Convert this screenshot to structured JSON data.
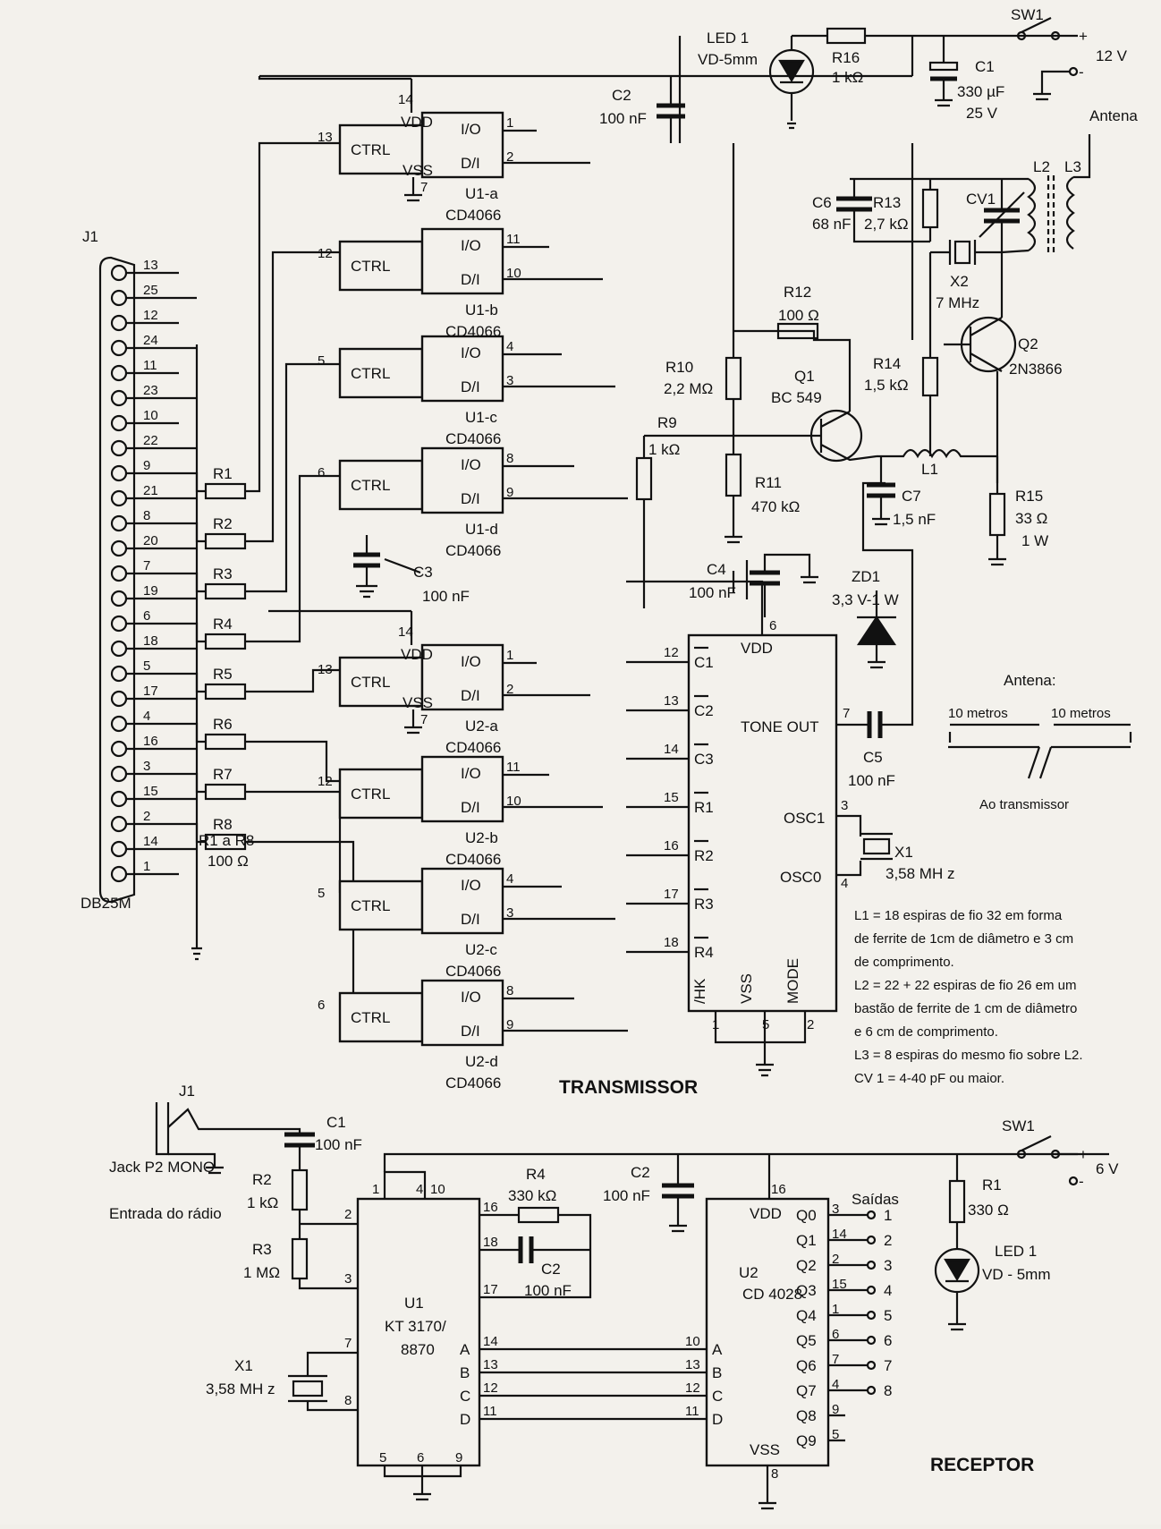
{
  "transmitter": {
    "title": "TRANSMISSOR",
    "connector": {
      "ref": "J1",
      "type": "DB25M",
      "pins_left": [
        "13",
        "12",
        "11",
        "10",
        "9",
        "8",
        "7",
        "6",
        "5",
        "4",
        "3",
        "2",
        "1"
      ],
      "pins_right": [
        "25",
        "24",
        "23",
        "22",
        "21",
        "20",
        "19",
        "18",
        "17",
        "16",
        "15",
        "14"
      ]
    },
    "resistors_bank": [
      {
        "ref": "R1"
      },
      {
        "ref": "R2"
      },
      {
        "ref": "R3"
      },
      {
        "ref": "R4"
      },
      {
        "ref": "R5"
      },
      {
        "ref": "R6"
      },
      {
        "ref": "R7"
      },
      {
        "ref": "R8"
      }
    ],
    "resistors_note": {
      "line1": "R1 a R8",
      "line2": "100 Ω"
    },
    "switches": [
      {
        "ref": "U1-a",
        "part": "CD4066",
        "ctrl_pin": "13",
        "io_pin": "1",
        "di_pin": "2",
        "vdd_pin": "14",
        "vss_pin": "7"
      },
      {
        "ref": "U1-b",
        "part": "CD4066",
        "ctrl_pin": "12",
        "io_pin": "11",
        "di_pin": "10"
      },
      {
        "ref": "U1-c",
        "part": "CD4066",
        "ctrl_pin": "5",
        "io_pin": "4",
        "di_pin": "3"
      },
      {
        "ref": "U1-d",
        "part": "CD4066",
        "ctrl_pin": "6",
        "io_pin": "8",
        "di_pin": "9"
      },
      {
        "ref": "U2-a",
        "part": "CD4066",
        "ctrl_pin": "13",
        "io_pin": "1",
        "di_pin": "2",
        "vdd_pin": "14",
        "vss_pin": "7"
      },
      {
        "ref": "U2-b",
        "part": "CD4066",
        "ctrl_pin": "12",
        "io_pin": "11",
        "di_pin": "10"
      },
      {
        "ref": "U2-c",
        "part": "CD4066",
        "ctrl_pin": "5",
        "io_pin": "4",
        "di_pin": "3"
      },
      {
        "ref": "U2-d",
        "part": "CD4066",
        "ctrl_pin": "6",
        "io_pin": "8",
        "di_pin": "9"
      }
    ],
    "switch_labels": {
      "ctrl": "CTRL",
      "io": "I/O",
      "di": "D/I",
      "vdd": "VDD",
      "vss": "VSS"
    },
    "c3": {
      "ref": "C3",
      "value": "100 nF"
    },
    "c2": {
      "ref": "C2",
      "value": "100 nF"
    },
    "led": {
      "ref": "LED 1",
      "value": "VD-5mm"
    },
    "r16": {
      "ref": "R16",
      "value": "1 kΩ"
    },
    "sw": {
      "ref": "SW1"
    },
    "supply": {
      "value": "12 V",
      "plus": "+",
      "minus": "-"
    },
    "c1": {
      "ref": "C1",
      "value1": "330 µF",
      "value2": "25 V"
    },
    "antenna": "Antena",
    "coils": {
      "l2": "L2",
      "l3": "L3",
      "l1": "L1"
    },
    "c6": {
      "ref": "C6",
      "value": "68 nF"
    },
    "r13": {
      "ref": "R13",
      "value": "2,7 kΩ"
    },
    "cv1": {
      "ref": "CV1"
    },
    "x2": {
      "ref": "X2",
      "value": "7 MHz"
    },
    "r12": {
      "ref": "R12",
      "value": "100 Ω"
    },
    "q2": {
      "ref": "Q2",
      "value": "2N3866"
    },
    "r10": {
      "ref": "R10",
      "value": "2,2 MΩ"
    },
    "q1": {
      "ref": "Q1",
      "value": "BC 549"
    },
    "r14": {
      "ref": "R14",
      "value": "1,5 kΩ"
    },
    "r9": {
      "ref": "R9",
      "value": "1 kΩ"
    },
    "r11": {
      "ref": "R11",
      "value": "470 kΩ"
    },
    "c7": {
      "ref": "C7",
      "value": "1,5 nF"
    },
    "r15": {
      "ref": "R15",
      "value1": "33 Ω",
      "value2": "1 W"
    },
    "c4": {
      "ref": "C4",
      "value": "100 nF"
    },
    "zd1": {
      "ref": "ZD1",
      "value": "3,3 V-1 W"
    },
    "encoder": {
      "vdd": "VDD",
      "vdd_pin": "6",
      "left_pins": [
        {
          "num": "12",
          "name": "C1"
        },
        {
          "num": "13",
          "name": "C2"
        },
        {
          "num": "14",
          "name": "C3"
        },
        {
          "num": "15",
          "name": "R1"
        },
        {
          "num": "16",
          "name": "R2"
        },
        {
          "num": "17",
          "name": "R3"
        },
        {
          "num": "18",
          "name": "R4"
        }
      ],
      "tone_out": "TONE OUT",
      "tone_pin": "7",
      "osc1": "OSC1",
      "osc1_pin": "3",
      "osc0": "OSC0",
      "osc0_pin": "4",
      "bottom": [
        "/HK",
        "VSS",
        "MODE"
      ],
      "bottom_pins": [
        "1",
        "5",
        "2"
      ]
    },
    "c5": {
      "ref": "C5",
      "value": "100 nF"
    },
    "x1": {
      "ref": "X1",
      "value": "3,58 MH z"
    },
    "antenna_diagram": {
      "title": "Antena:",
      "left": "10 metros",
      "right": "10 metros",
      "caption": "Ao transmissor"
    },
    "notes": [
      "L1 = 18 espiras de fio 32 em forma",
      "de ferrite de 1cm de diâmetro e 3 cm",
      "de comprimento.",
      "L2 = 22 + 22 espiras de fio 26 em um",
      "bastão de ferrite de 1 cm de diâmetro",
      "e 6 cm de comprimento.",
      "L3 = 8 espiras do mesmo fio sobre L2.",
      "CV 1 = 4-40 pF ou maior."
    ]
  },
  "receiver": {
    "title": "RECEPTOR",
    "jack": {
      "ref": "J1",
      "label": "Jack P2 MONO",
      "caption": "Entrada do rádio"
    },
    "c1": {
      "ref": "C1",
      "value": "100 nF"
    },
    "r2": {
      "ref": "R2",
      "value": "1 kΩ"
    },
    "r3": {
      "ref": "R3",
      "value": "1 MΩ"
    },
    "x1": {
      "ref": "X1",
      "value": "3,58 MH z"
    },
    "u1": {
      "ref": "U1",
      "line1": "KT 3170/",
      "line2": "8870",
      "top_pins": [
        "1",
        "4",
        "10"
      ],
      "left_pins": [
        "2",
        "3",
        "7",
        "8"
      ],
      "right_pins": [
        "16",
        "18",
        "17"
      ],
      "bottom_pins": [
        "5",
        "6",
        "9"
      ],
      "outputs": [
        {
          "name": "A",
          "pin": "14"
        },
        {
          "name": "B",
          "pin": "13"
        },
        {
          "name": "C",
          "pin": "12"
        },
        {
          "name": "D",
          "pin": "11"
        }
      ]
    },
    "r4": {
      "ref": "R4",
      "value": "330 kΩ"
    },
    "c2a": {
      "ref": "C2",
      "value": "100 nF"
    },
    "c2b": {
      "ref": "C2",
      "value": "100 nF"
    },
    "u2": {
      "ref": "U2",
      "part": "CD 4028",
      "vdd": "VDD",
      "vdd_pin": "16",
      "vss": "VSS",
      "vss_pin": "8",
      "inputs": [
        {
          "name": "A",
          "pin": "10"
        },
        {
          "name": "B",
          "pin": "13"
        },
        {
          "name": "C",
          "pin": "12"
        },
        {
          "name": "D",
          "pin": "11"
        }
      ],
      "outputs": [
        {
          "name": "Q0",
          "pin": "3",
          "out": "1"
        },
        {
          "name": "Q1",
          "pin": "14",
          "out": "2"
        },
        {
          "name": "Q2",
          "pin": "2",
          "out": "3"
        },
        {
          "name": "Q3",
          "pin": "15",
          "out": "4"
        },
        {
          "name": "Q4",
          "pin": "1",
          "out": "5"
        },
        {
          "name": "Q5",
          "pin": "6",
          "out": "6"
        },
        {
          "name": "Q6",
          "pin": "7",
          "out": "7"
        },
        {
          "name": "Q7",
          "pin": "4",
          "out": "8"
        },
        {
          "name": "Q8",
          "pin": "9",
          "out": ""
        },
        {
          "name": "Q9",
          "pin": "5",
          "out": ""
        }
      ]
    },
    "outputs_label": "Saídas",
    "sw": {
      "ref": "SW1"
    },
    "supply": {
      "value": "6 V",
      "plus": "+",
      "minus": "-"
    },
    "r1": {
      "ref": "R1",
      "value": "330 Ω"
    },
    "led": {
      "ref": "LED 1",
      "value": "VD - 5mm"
    }
  }
}
